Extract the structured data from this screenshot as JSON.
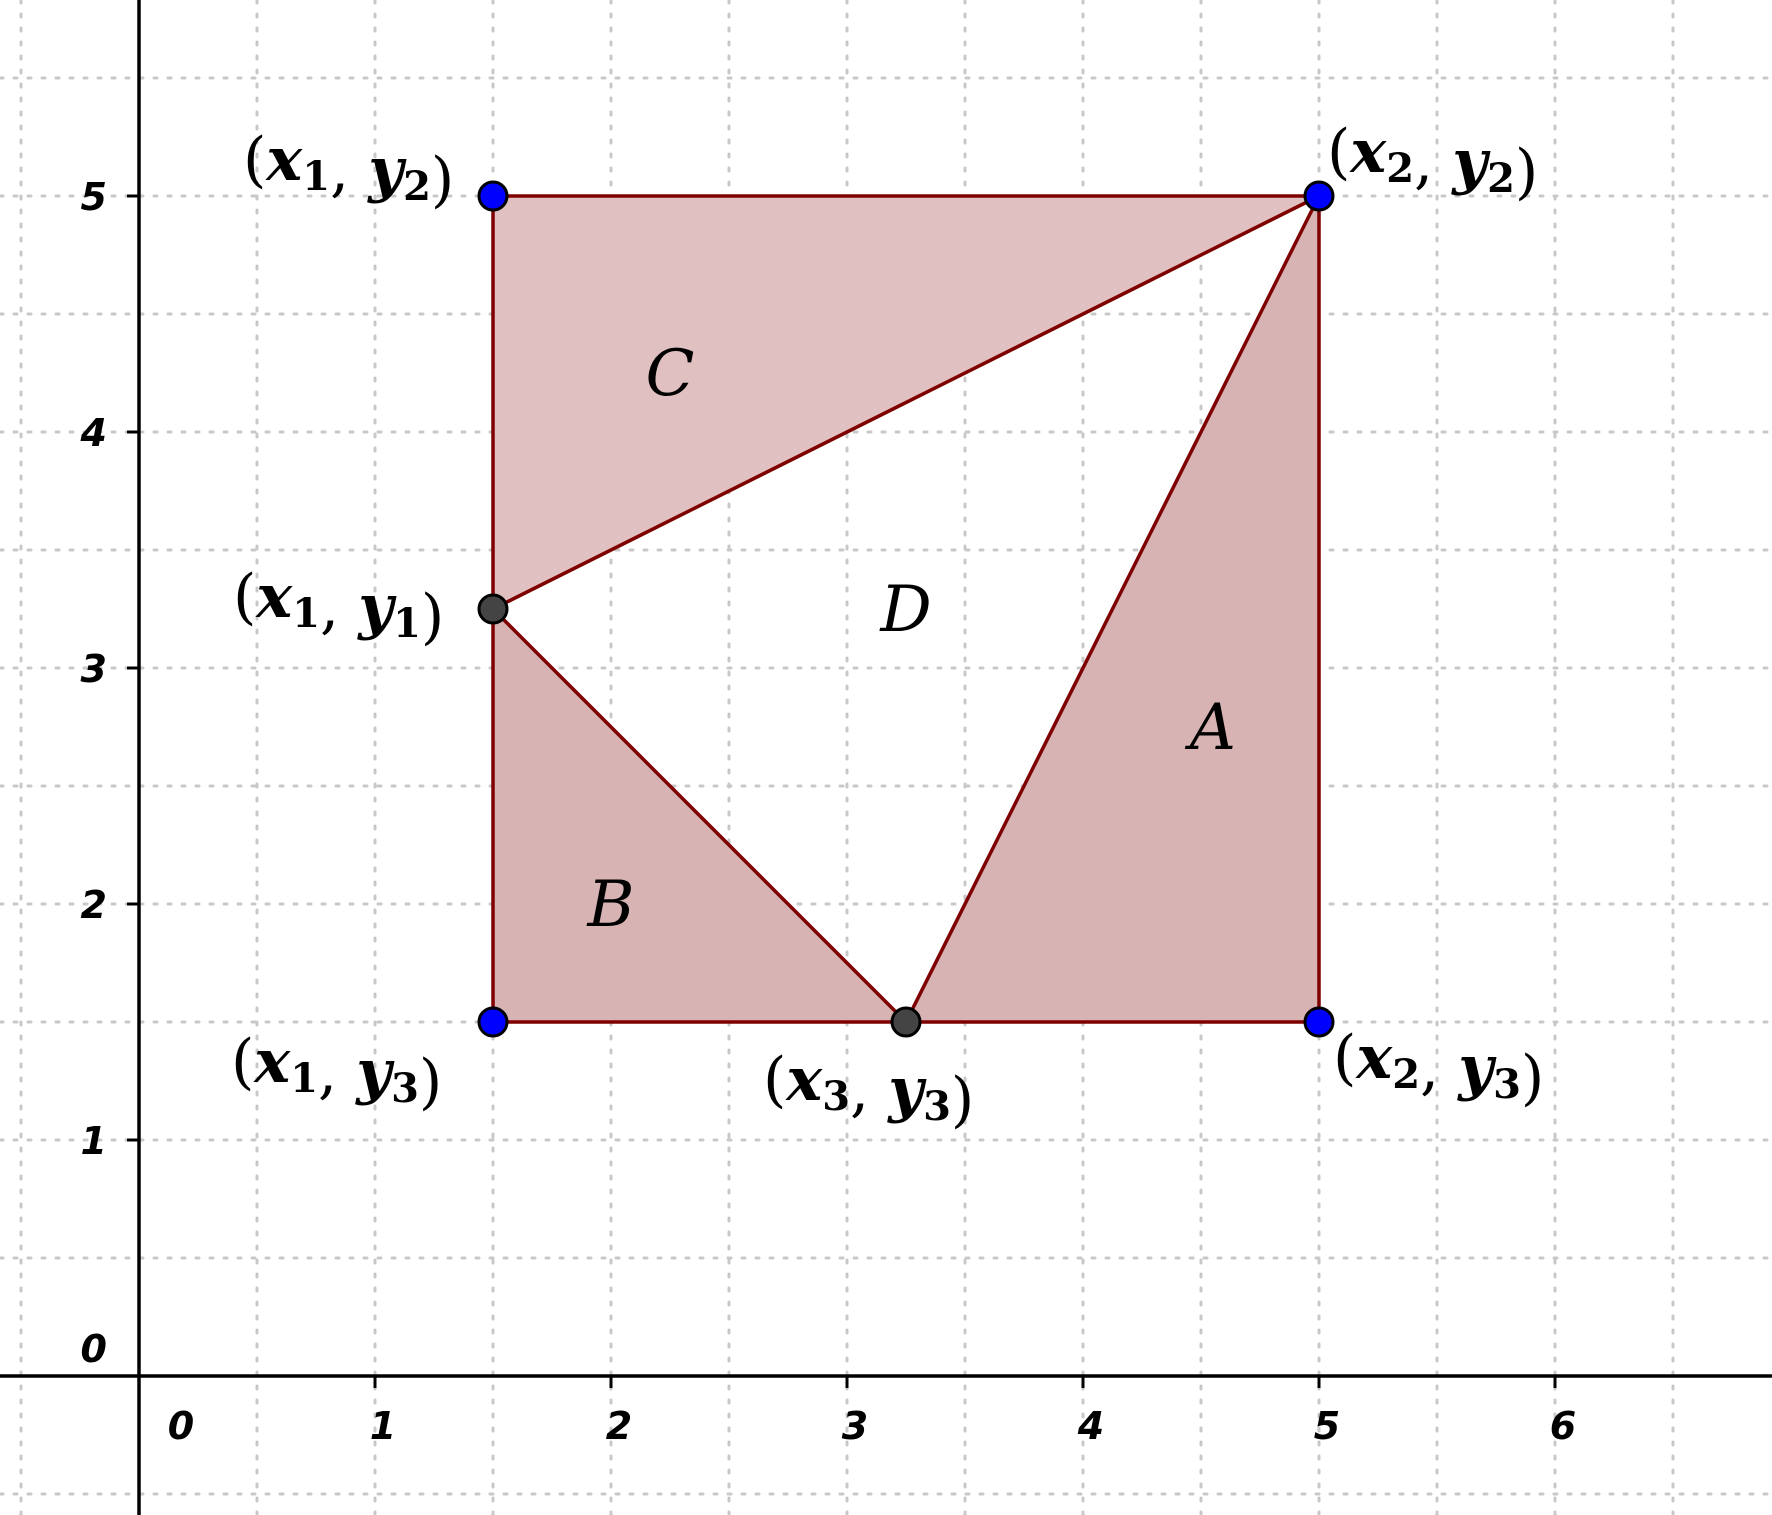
{
  "colors": {
    "edge": "#7f0000",
    "region_A": "#d8b3b3",
    "region_B": "#d8b3b3",
    "region_C": "#e0c0c0",
    "point_free": "#0000ff",
    "point_dependent": "#444444",
    "grid": "#c8c8c8",
    "axis": "#000000"
  },
  "axes": {
    "x_ticks": [
      "0",
      "1",
      "2",
      "3",
      "4",
      "5",
      "6"
    ],
    "y_ticks": [
      "0",
      "1",
      "2",
      "3",
      "4",
      "5"
    ]
  },
  "points": [
    {
      "id": "x1y2",
      "x": 1.5,
      "y": 5,
      "style": "free",
      "label": {
        "v1": "x",
        "s1": "1",
        "v2": "y",
        "s2": "2"
      }
    },
    {
      "id": "x2y2",
      "x": 5,
      "y": 5,
      "style": "free",
      "label": {
        "v1": "x",
        "s1": "2",
        "v2": "y",
        "s2": "2"
      }
    },
    {
      "id": "x1y1",
      "x": 1.5,
      "y": 3.25,
      "style": "dependent",
      "label": {
        "v1": "x",
        "s1": "1",
        "v2": "y",
        "s2": "1"
      }
    },
    {
      "id": "x1y3",
      "x": 1.5,
      "y": 1.5,
      "style": "free",
      "label": {
        "v1": "x",
        "s1": "1",
        "v2": "y",
        "s2": "3"
      }
    },
    {
      "id": "x3y3",
      "x": 3.25,
      "y": 1.5,
      "style": "dependent",
      "label": {
        "v1": "x",
        "s1": "3",
        "v2": "y",
        "s2": "3"
      }
    },
    {
      "id": "x2y3",
      "x": 5,
      "y": 1.5,
      "style": "free",
      "label": {
        "v1": "x",
        "s1": "2",
        "v2": "y",
        "s2": "3"
      }
    }
  ],
  "regions": [
    {
      "name": "A",
      "vertices": [
        "x3y3",
        "x2y3",
        "x2y2"
      ]
    },
    {
      "name": "B",
      "vertices": [
        "x1y3",
        "x3y3",
        "x1y1"
      ]
    },
    {
      "name": "C",
      "vertices": [
        "x1y1",
        "x2y2",
        "x1y2"
      ]
    },
    {
      "name": "D",
      "vertices": []
    }
  ],
  "edges": [
    [
      "x1y2",
      "x2y2"
    ],
    [
      "x2y2",
      "x2y3"
    ],
    [
      "x2y3",
      "x1y3"
    ],
    [
      "x1y3",
      "x1y2"
    ],
    [
      "x1y1",
      "x2y2"
    ],
    [
      "x1y1",
      "x3y3"
    ],
    [
      "x3y3",
      "x2y2"
    ]
  ]
}
